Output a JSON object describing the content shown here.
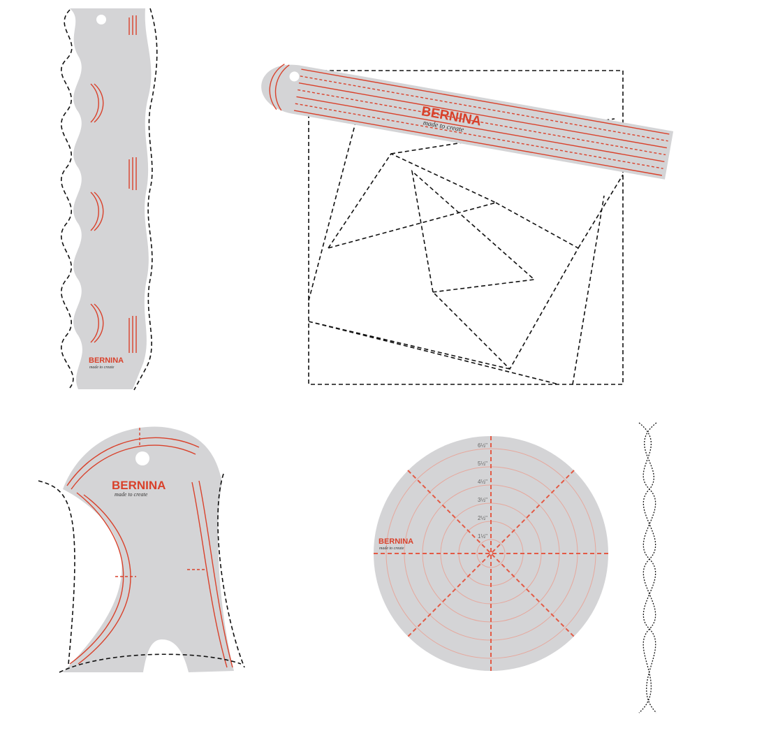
{
  "brand": {
    "name": "BERNINA",
    "tagline": "made to create"
  },
  "circle_ruler": {
    "labels": [
      "6½\"",
      "5½\"",
      "4½\"",
      "3½\"",
      "2½\"",
      "1½\""
    ]
  },
  "colors": {
    "ruler": "#d4d4d6",
    "accent": "#d9412b",
    "stitch": "#111111"
  }
}
